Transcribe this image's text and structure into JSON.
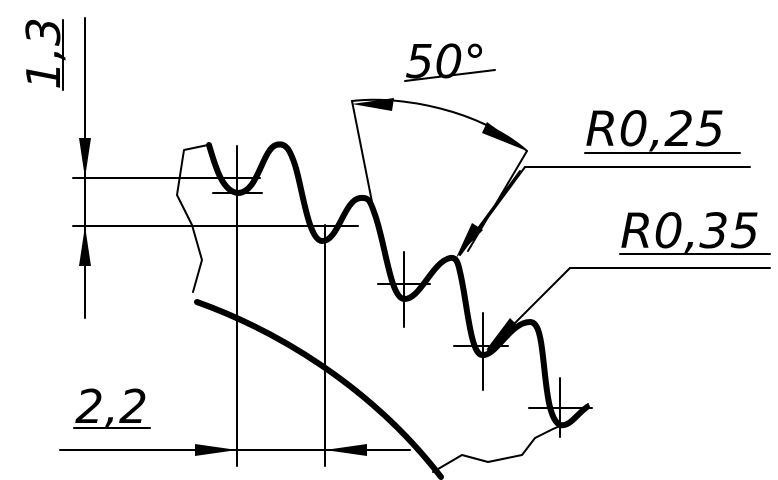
{
  "dimensions": {
    "vertical_pitch": "1,3",
    "horizontal_pitch": "2,2",
    "angle": "50°",
    "radius_top": "R0,25",
    "radius_bottom": "R0,35"
  }
}
